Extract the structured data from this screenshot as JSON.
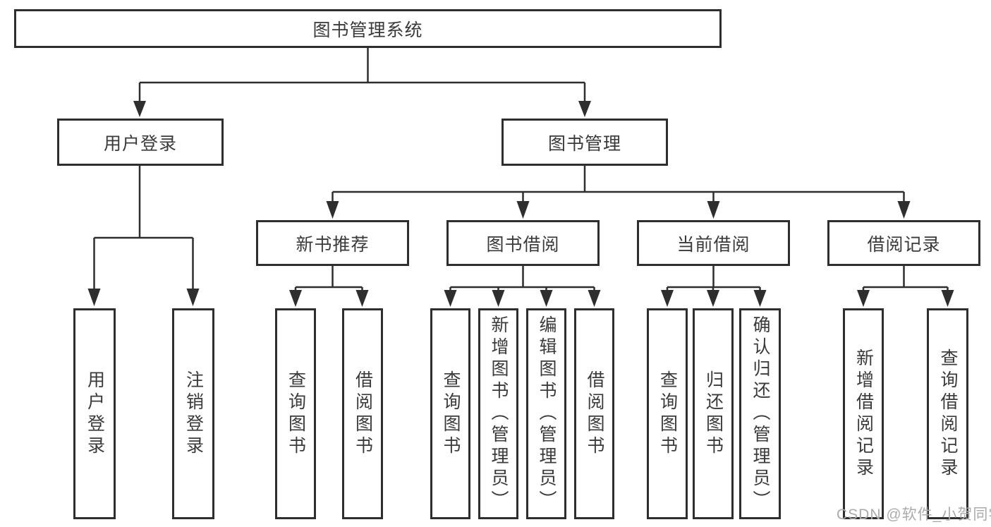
{
  "colors": {
    "line": "#2e2e2e",
    "box_border": "#2e2e2e",
    "box_background": "#ffffff",
    "text": "#3a3a3a",
    "watermark": "#ababab"
  },
  "root": {
    "label": "图书管理系统"
  },
  "branches": {
    "user_login": {
      "label": "用户登录",
      "children": [
        {
          "label": "用户登录"
        },
        {
          "label": "注销登录"
        }
      ]
    },
    "book_mgmt": {
      "label": "图书管理",
      "sections": [
        {
          "label": "新书推荐",
          "children": [
            {
              "label": "查询图书"
            },
            {
              "label": "借阅图书"
            }
          ]
        },
        {
          "label": "图书借阅",
          "children": [
            {
              "label": "查询图书"
            },
            {
              "label": "新增图书（管理员）"
            },
            {
              "label": "编辑图书（管理员）"
            },
            {
              "label": "借阅图书"
            }
          ]
        },
        {
          "label": "当前借阅",
          "children": [
            {
              "label": "查询图书"
            },
            {
              "label": "归还图书"
            },
            {
              "label": "确认归还（管理员）"
            }
          ]
        },
        {
          "label": "借阅记录",
          "children": [
            {
              "label": "新增借阅记录"
            },
            {
              "label": "查询借阅记录"
            }
          ]
        }
      ]
    }
  },
  "watermark": "CSDN @软件_小贺同学"
}
